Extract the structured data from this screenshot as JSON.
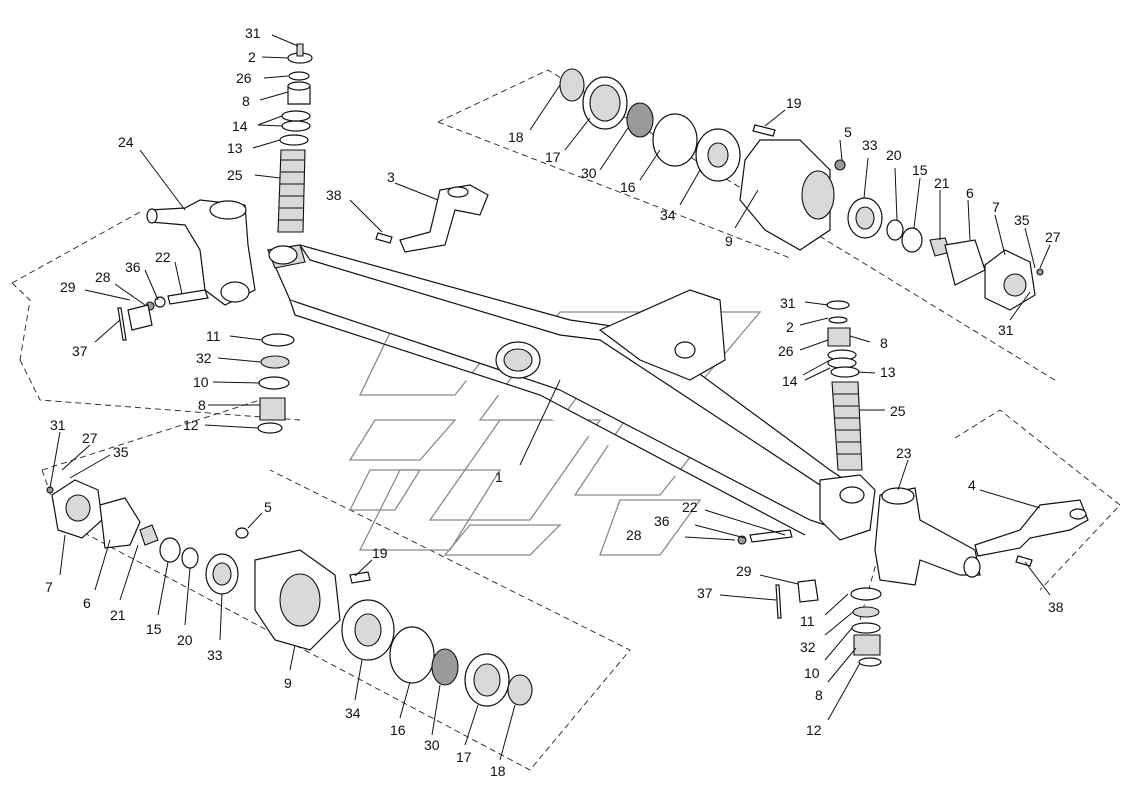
{
  "labels": {
    "l31a": "31",
    "l2a": "2",
    "l26a": "26",
    "l8a": "8",
    "l14a": "14",
    "l13a": "13",
    "l25a": "25",
    "l24": "24",
    "l38a": "38",
    "l3": "3",
    "l22a": "22",
    "l36a": "36",
    "l28a": "28",
    "l29a": "29",
    "l37a": "37",
    "l11a": "11",
    "l32a": "32",
    "l10a": "10",
    "l8b": "8",
    "l12a": "12",
    "l18a": "18",
    "l17a": "17",
    "l30a": "30",
    "l16a": "16",
    "l34a": "34",
    "l9a": "9",
    "l19a": "19",
    "l5a": "5",
    "l33a": "33",
    "l20a": "20",
    "l15a": "15",
    "l21a": "21",
    "l6a": "6",
    "l7a": "7",
    "l35a": "35",
    "l27a": "27",
    "l31b": "31",
    "l31c": "31",
    "l2b": "2",
    "l26b": "26",
    "l8c": "8",
    "l14b": "14",
    "l13b": "13",
    "l25b": "25",
    "l1": "1",
    "l23": "23",
    "l4": "4",
    "l22b": "22",
    "l36b": "36",
    "l28b": "28",
    "l29b": "29",
    "l37b": "37",
    "l38b": "38",
    "l11b": "11",
    "l32b": "32",
    "l10b": "10",
    "l8d": "8",
    "l12b": "12",
    "l31d": "31",
    "l27b": "27",
    "l35b": "35",
    "l7b": "7",
    "l6b": "6",
    "l21b": "21",
    "l15b": "15",
    "l20b": "20",
    "l33b": "33",
    "l5b": "5",
    "l19b": "19",
    "l9b": "9",
    "l34b": "34",
    "l16b": "16",
    "l30b": "30",
    "l17b": "17",
    "l18b": "18"
  }
}
